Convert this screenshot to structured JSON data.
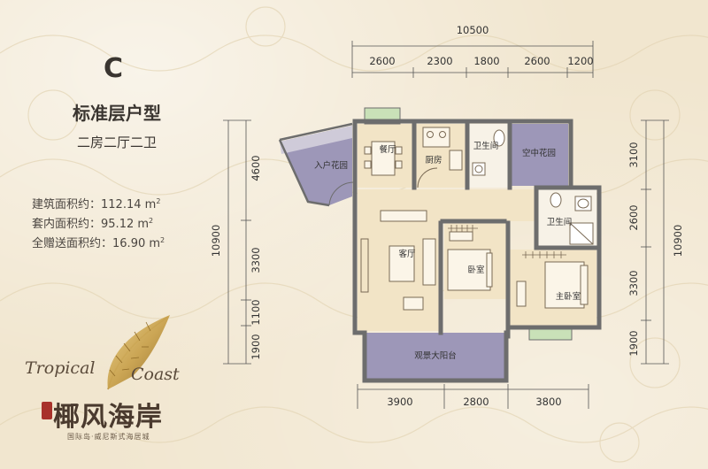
{
  "unit": {
    "letter": "C",
    "title": "标准层户型",
    "subtitle": "二房二厅二卫"
  },
  "areas": [
    {
      "label": "建筑面积约：",
      "value": "112.14 m",
      "sup": "2"
    },
    {
      "label": "套内面积约：",
      "value": "95.12 m",
      "sup": "2"
    },
    {
      "label": "全赠送面积约：",
      "value": "16.90 m",
      "sup": "2"
    }
  ],
  "rooms": {
    "dining": "餐厅",
    "kitchen": "厨房",
    "bath_top": "卫生间",
    "sky_garden": "空中花园",
    "entry_garden": "入户花园",
    "living": "客厅",
    "bedroom": "卧室",
    "bath_right": "卫生间",
    "master_bedroom": "主卧室",
    "balcony": "观景大阳台"
  },
  "dimensions": {
    "top_total": "10500",
    "top": [
      "2600",
      "2300",
      "1800",
      "2600",
      "1200"
    ],
    "bottom": [
      "3900",
      "2800",
      "3800"
    ],
    "left_total": "10900",
    "left": [
      "4600",
      "3300",
      "1100",
      "1900"
    ],
    "right_total": "10900",
    "right": [
      "3100",
      "2600",
      "3300",
      "1900"
    ]
  },
  "brand": {
    "en_left": "Tropical",
    "en_right": "Coast",
    "cn": "椰风海岸",
    "tagline": "国际岛·威尼斯式海居城"
  },
  "colors": {
    "background": "#f1e6cf",
    "floor": "#f2e4c6",
    "garden": "#9d97b8",
    "wall": "#6d6d6d",
    "text": "#3a3530",
    "gold": "#c9a24e",
    "seal": "#a8322b"
  }
}
